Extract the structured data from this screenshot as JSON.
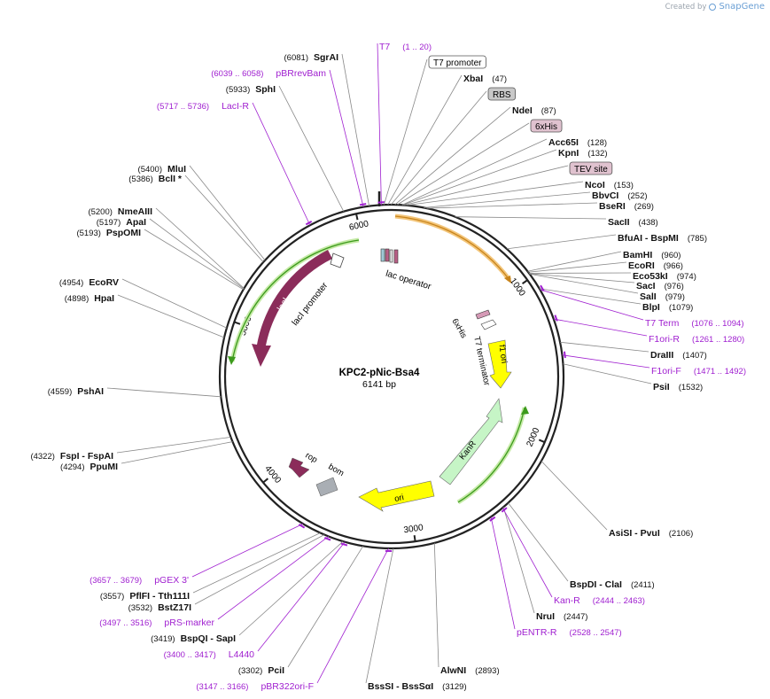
{
  "credit": {
    "prefix": "Created by",
    "brand": "SnapGene"
  },
  "plasmid": {
    "name": "KPC2-pNic-Bsa4",
    "length": "6141 bp",
    "total_bp": 6141
  },
  "ticks": [
    {
      "label": "1000",
      "bp": 1000
    },
    {
      "label": "2000",
      "bp": 2000
    },
    {
      "label": "3000",
      "bp": 3000
    },
    {
      "label": "4000",
      "bp": 4000
    },
    {
      "label": "5000",
      "bp": 5000
    },
    {
      "label": "6000",
      "bp": 6000
    }
  ],
  "sites": [
    {
      "name": "SgrAI",
      "pos": "(6081)",
      "bp": 6081,
      "kind": "enzyme"
    },
    {
      "name": "pBRrevBam",
      "pos": "(6039 .. 6058)",
      "bp": 6048,
      "kind": "primer"
    },
    {
      "name": "SphI",
      "pos": "(5933)",
      "bp": 5933,
      "kind": "enzyme"
    },
    {
      "name": "LacI-R",
      "pos": "(5717 .. 5736)",
      "bp": 5726,
      "kind": "primer"
    },
    {
      "name": "MluI",
      "pos": "(5400)",
      "bp": 5400,
      "kind": "enzyme"
    },
    {
      "name": "BclI *",
      "pos": "(5386)",
      "bp": 5386,
      "kind": "enzyme"
    },
    {
      "name": "NmeAIII",
      "pos": "(5200)",
      "bp": 5200,
      "kind": "enzyme"
    },
    {
      "name": "ApaI",
      "pos": "(5197)",
      "bp": 5197,
      "kind": "enzyme"
    },
    {
      "name": "PspOMI",
      "pos": "(5193)",
      "bp": 5193,
      "kind": "enzyme"
    },
    {
      "name": "EcoRV",
      "pos": "(4954)",
      "bp": 4954,
      "kind": "enzyme"
    },
    {
      "name": "HpaI",
      "pos": "(4898)",
      "bp": 4898,
      "kind": "enzyme"
    },
    {
      "name": "PshAI",
      "pos": "(4559)",
      "bp": 4559,
      "kind": "enzyme"
    },
    {
      "name": "FspI - FspAI",
      "pos": "(4322)",
      "bp": 4322,
      "kind": "enzyme"
    },
    {
      "name": "PpuMI",
      "pos": "(4294)",
      "bp": 4294,
      "kind": "enzyme"
    },
    {
      "name": "pGEX 3'",
      "pos": "(3657 .. 3679)",
      "bp": 3668,
      "kind": "primer"
    },
    {
      "name": "PflFI - Tth111I",
      "pos": "(3557)",
      "bp": 3557,
      "kind": "enzyme"
    },
    {
      "name": "BstZ17I",
      "pos": "(3532)",
      "bp": 3532,
      "kind": "enzyme"
    },
    {
      "name": "pRS-marker",
      "pos": "(3497 .. 3516)",
      "bp": 3506,
      "kind": "primer"
    },
    {
      "name": "BspQI - SapI",
      "pos": "(3419)",
      "bp": 3419,
      "kind": "enzyme"
    },
    {
      "name": "L4440",
      "pos": "(3400 .. 3417)",
      "bp": 3408,
      "kind": "primer"
    },
    {
      "name": "PciI",
      "pos": "(3302)",
      "bp": 3302,
      "kind": "enzyme"
    },
    {
      "name": "pBR322ori-F",
      "pos": "(3147 .. 3166)",
      "bp": 3156,
      "kind": "primer"
    },
    {
      "name": "BssSI - BssSαI",
      "pos": "(3129)",
      "bp": 3129,
      "kind": "enzyme"
    },
    {
      "name": "AlwNI",
      "pos": "(2893)",
      "bp": 2893,
      "kind": "enzyme"
    },
    {
      "name": "pENTR-R",
      "pos": "(2528 .. 2547)",
      "bp": 2537,
      "kind": "primer"
    },
    {
      "name": "NruI",
      "pos": "(2447)",
      "bp": 2447,
      "kind": "enzyme"
    },
    {
      "name": "Kan-R",
      "pos": "(2444 .. 2463)",
      "bp": 2453,
      "kind": "primer"
    },
    {
      "name": "BspDI - ClaI",
      "pos": "(2411)",
      "bp": 2411,
      "kind": "enzyme"
    },
    {
      "name": "AsiSI - PvuI",
      "pos": "(2106)",
      "bp": 2106,
      "kind": "enzyme"
    },
    {
      "name": "T7",
      "pos": "(1 .. 20)",
      "bp": 10,
      "kind": "primer"
    },
    {
      "name": "T7 promoter",
      "pos": "",
      "bp": 25,
      "kind": "feature",
      "fill": "#ffffff"
    },
    {
      "name": "XbaI",
      "pos": "(47)",
      "bp": 47,
      "kind": "enzyme"
    },
    {
      "name": "RBS",
      "pos": "",
      "bp": 65,
      "kind": "feature",
      "fill": "#c8c8c8"
    },
    {
      "name": "NdeI",
      "pos": "(87)",
      "bp": 87,
      "kind": "enzyme"
    },
    {
      "name": "6xHis",
      "pos": "",
      "bp": 100,
      "kind": "feature",
      "fill": "#e0c2cf"
    },
    {
      "name": "Acc65I",
      "pos": "(128)",
      "bp": 128,
      "kind": "enzyme"
    },
    {
      "name": "KpnI",
      "pos": "(132)",
      "bp": 132,
      "kind": "enzyme"
    },
    {
      "name": "TEV site",
      "pos": "",
      "bp": 140,
      "kind": "feature",
      "fill": "#e0c2cf"
    },
    {
      "name": "NcoI",
      "pos": "(153)",
      "bp": 153,
      "kind": "enzyme"
    },
    {
      "name": "BbvCI",
      "pos": "(252)",
      "bp": 252,
      "kind": "enzyme"
    },
    {
      "name": "BseRI",
      "pos": "(269)",
      "bp": 269,
      "kind": "enzyme"
    },
    {
      "name": "SacII",
      "pos": "(438)",
      "bp": 438,
      "kind": "enzyme"
    },
    {
      "name": "BfuAI - BspMI",
      "pos": "(785)",
      "bp": 785,
      "kind": "enzyme"
    },
    {
      "name": "BamHI",
      "pos": "(960)",
      "bp": 960,
      "kind": "enzyme"
    },
    {
      "name": "EcoRI",
      "pos": "(966)",
      "bp": 966,
      "kind": "enzyme"
    },
    {
      "name": "Eco53kI",
      "pos": "(974)",
      "bp": 974,
      "kind": "enzyme"
    },
    {
      "name": "SacI",
      "pos": "(976)",
      "bp": 976,
      "kind": "enzyme"
    },
    {
      "name": "SalI",
      "pos": "(979)",
      "bp": 979,
      "kind": "enzyme"
    },
    {
      "name": "BlpI",
      "pos": "(1079)",
      "bp": 1079,
      "kind": "enzyme"
    },
    {
      "name": "T7 Term",
      "pos": "(1076 .. 1094)",
      "bp": 1085,
      "kind": "primer"
    },
    {
      "name": "F1ori-R",
      "pos": "(1261 .. 1280)",
      "bp": 1270,
      "kind": "primer"
    },
    {
      "name": "DraIII",
      "pos": "(1407)",
      "bp": 1407,
      "kind": "enzyme"
    },
    {
      "name": "F1ori-F",
      "pos": "(1471 .. 1492)",
      "bp": 1481,
      "kind": "primer"
    },
    {
      "name": "PsiI",
      "pos": "(1532)",
      "bp": 1532,
      "kind": "enzyme"
    }
  ],
  "features": [
    {
      "name": "lac operator",
      "kind": "label"
    },
    {
      "name": "lacI promoter",
      "kind": "label"
    },
    {
      "name": "lacI",
      "kind": "arrow",
      "color": "#8b2c5a"
    },
    {
      "name": "6xHis",
      "kind": "label"
    },
    {
      "name": "T7 terminator",
      "kind": "label"
    },
    {
      "name": "f1 ori",
      "kind": "arrow",
      "color": "#ffff00"
    },
    {
      "name": "KanR",
      "kind": "arrow",
      "color": "#c6f5c6"
    },
    {
      "name": "ori",
      "kind": "arrow",
      "color": "#ffff00"
    },
    {
      "name": "rop",
      "kind": "arrow",
      "color": "#8b2c5a"
    },
    {
      "name": "bom",
      "kind": "box",
      "color": "#a9aeb4"
    }
  ],
  "colors": {
    "enzyme": "#111111",
    "primer": "#a020d0",
    "leader": "#888888",
    "backbone": "#222222",
    "orf_orange": "#f0a030",
    "orf_green": "#3c9a1c"
  }
}
